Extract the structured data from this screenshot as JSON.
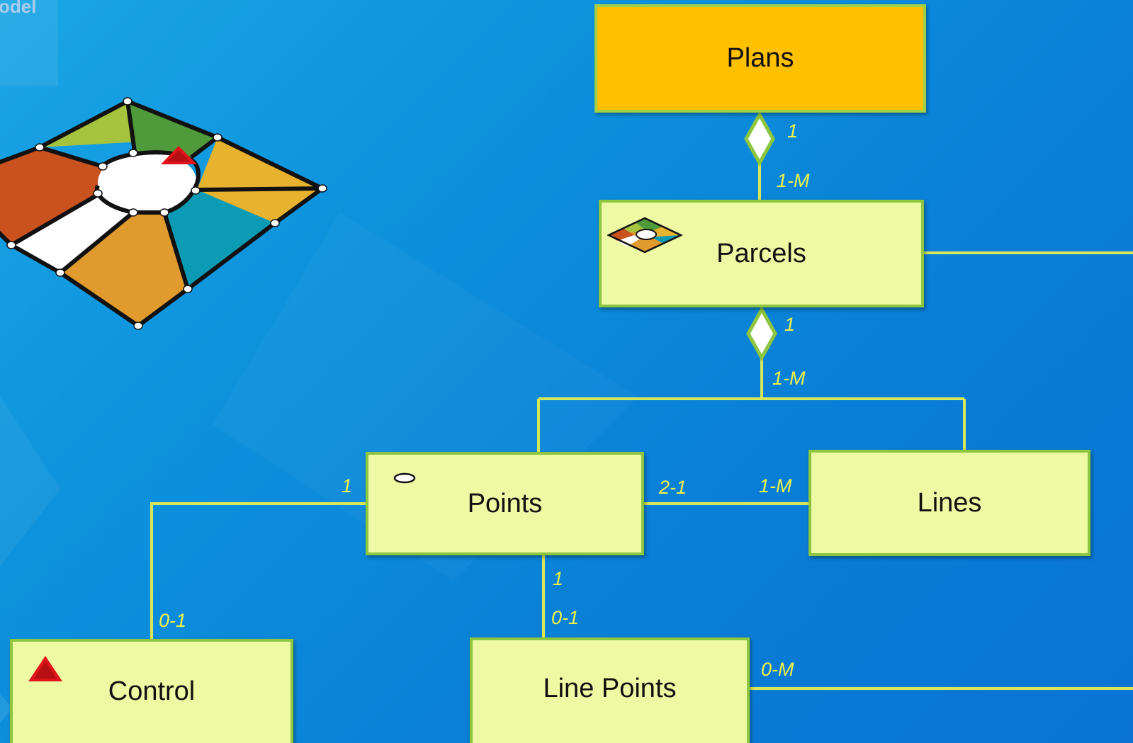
{
  "header": {
    "title_fragment": "odel"
  },
  "entities": {
    "plans": {
      "label": "Plans"
    },
    "parcels": {
      "label": "Parcels",
      "icon": "parcel-fabric-icon"
    },
    "points": {
      "label": "Points",
      "icon": "point-ellipse-icon"
    },
    "lines": {
      "label": "Lines"
    },
    "control": {
      "label": "Control",
      "icon": "red-triangle-icon"
    },
    "line_points": {
      "label": "Line Points"
    }
  },
  "relationships": {
    "plans_parcels": {
      "from_multiplicity": "1",
      "to_multiplicity": "1-M",
      "type": "aggregation"
    },
    "parcels_children": {
      "from_multiplicity": "1",
      "to_multiplicity": "1-M",
      "type": "aggregation"
    },
    "points_control": {
      "from_multiplicity": "1",
      "to_multiplicity": "0-1"
    },
    "points_lines": {
      "from_multiplicity": "2-1",
      "to_multiplicity": "1-M"
    },
    "points_line_points": {
      "from_multiplicity": "1",
      "to_multiplicity": "0-1"
    },
    "line_points_offscreen": {
      "to_multiplicity": "0-M"
    }
  },
  "colors": {
    "background": "#0d93dd",
    "entity_fill": "#eef9a4",
    "plans_fill": "#ffc000",
    "entity_border": "#8dc63f",
    "connector": "#d4e85a",
    "multiplicity_text": "#f0f44a",
    "control_triangle": "#e0141a"
  }
}
